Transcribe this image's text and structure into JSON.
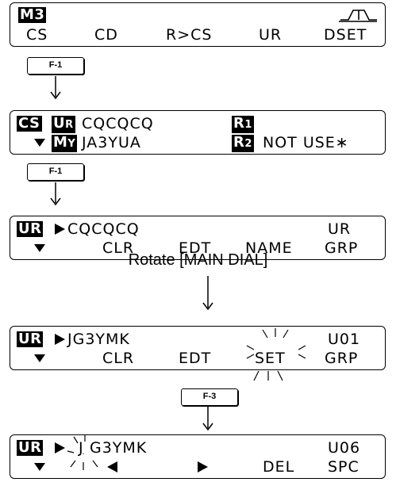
{
  "screen1": {
    "badge": "M3",
    "menu": [
      "CS",
      "CD",
      "R>CS",
      "UR",
      "DSET"
    ]
  },
  "key1": "F-1",
  "screen2": {
    "cs": "CS",
    "ur": "UR",
    "ur_value": "CQCQCQ",
    "r1": "R1",
    "my": "MY",
    "my_value": "JA3YUA",
    "r2": "R2",
    "r2_value": "NOT USE∗"
  },
  "key2": "F-1",
  "screen3": {
    "badge": "UR",
    "value": "CQCQCQ",
    "right": "UR",
    "menu": [
      "CLR",
      "EDT",
      "NAME",
      "GRP"
    ]
  },
  "caption": "Rotate [MAIN DIAL]",
  "screen4": {
    "badge": "UR",
    "value": "JG3YMK",
    "right": "U01",
    "menu": [
      "CLR",
      "EDT",
      "SET",
      "GRP"
    ]
  },
  "key3": "F-3",
  "screen5": {
    "badge": "UR",
    "value_cursor": "J",
    "value_rest": "G3YMK",
    "right": "U06",
    "menu": [
      "DEL",
      "SPC"
    ]
  }
}
